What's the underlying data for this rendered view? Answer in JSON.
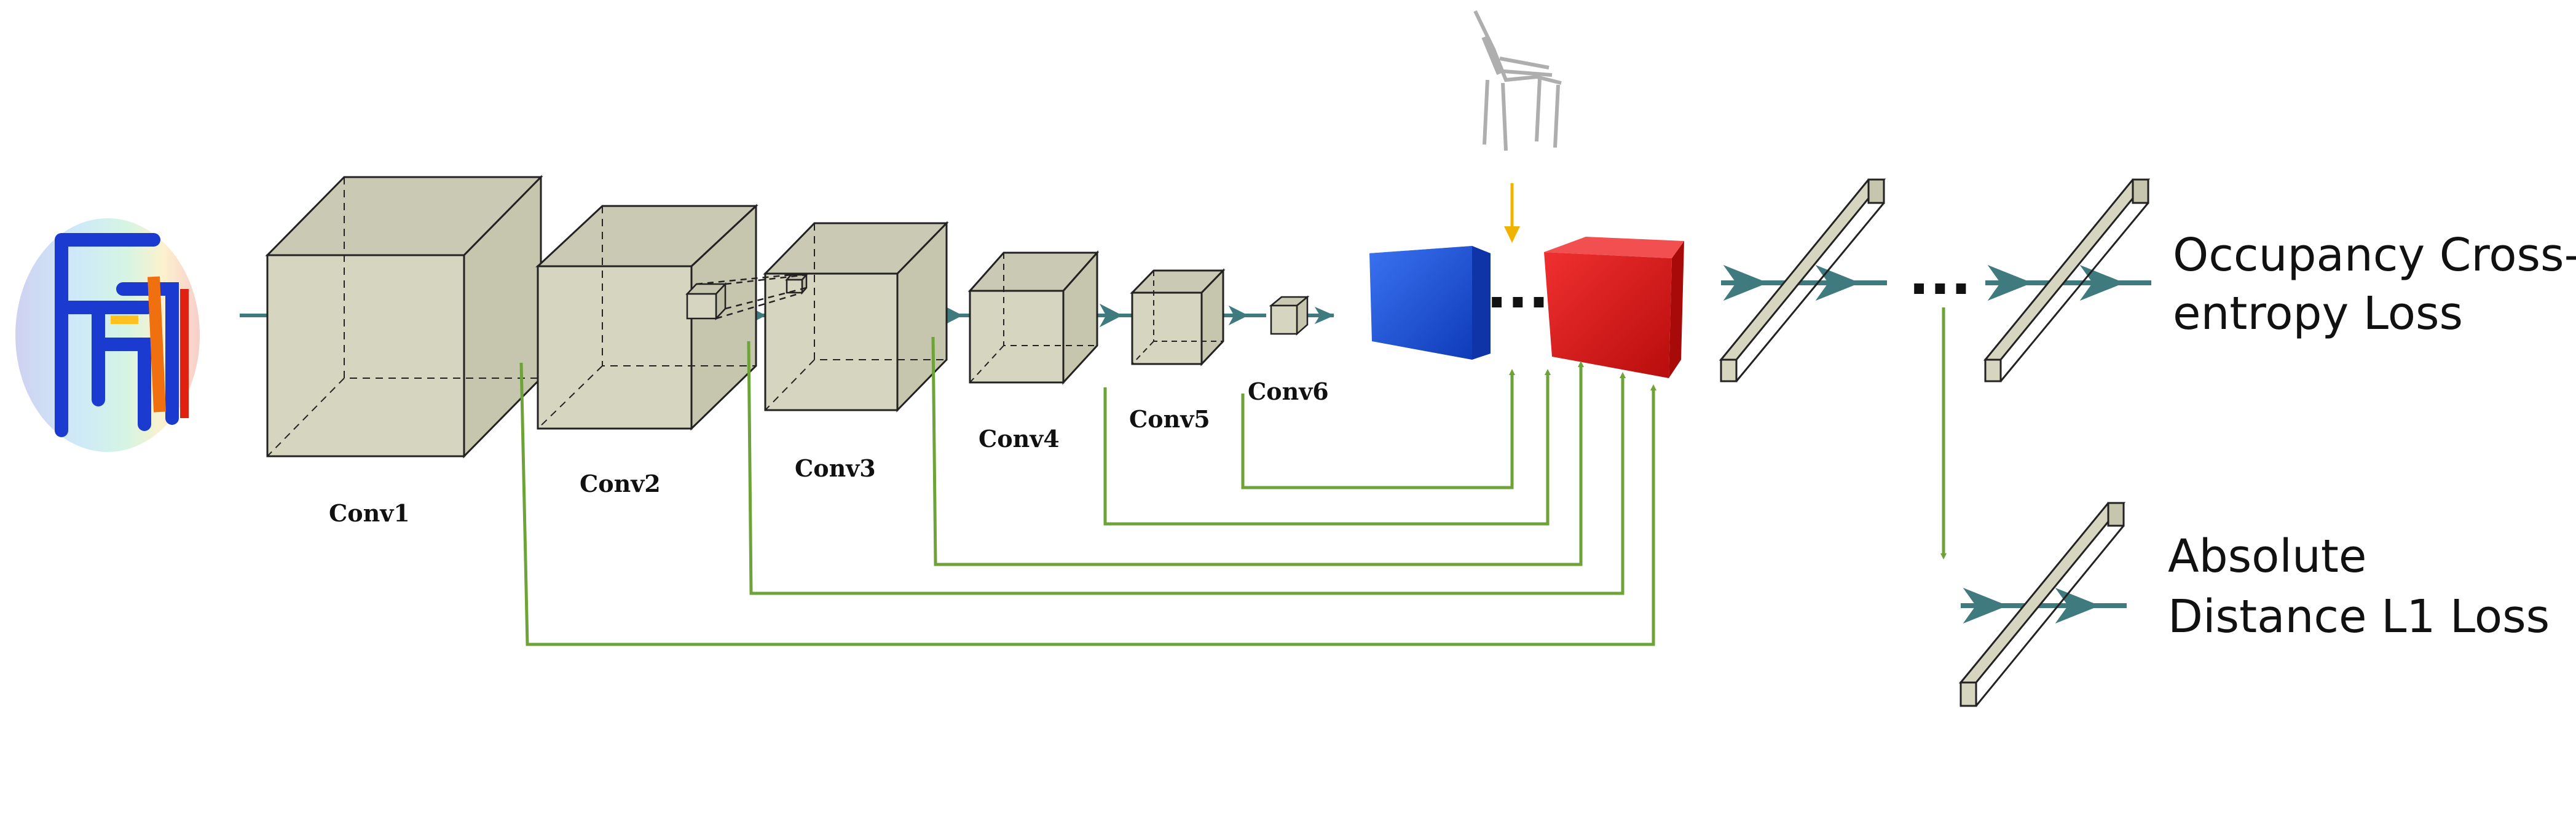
{
  "layers": [
    {
      "id": "conv1",
      "label": "Conv1"
    },
    {
      "id": "conv2",
      "label": "Conv2"
    },
    {
      "id": "conv3",
      "label": "Conv3"
    },
    {
      "id": "conv4",
      "label": "Conv4"
    },
    {
      "id": "conv5",
      "label": "Conv5"
    },
    {
      "id": "conv6",
      "label": "Conv6"
    }
  ],
  "ellipsis": "...",
  "losses": {
    "occupancy": {
      "line1": "Occupancy Cross-",
      "line2": "entropy Loss"
    },
    "distance": {
      "line1": "Absolute",
      "line2": "Distance L1 Loss"
    }
  },
  "colors": {
    "cube_fill": "#d6d5bf",
    "cube_edge": "#222222",
    "skip_connection": "#6ea33a",
    "query_arrow": "#f0b400",
    "flow_arrow": "#3e7a7e",
    "feature_blue": "#1d4fd8",
    "feature_red": "#e01818"
  },
  "icons": [
    "point-cloud-input",
    "chair-query-points",
    "blue-feature-cube",
    "red-feature-cube"
  ]
}
